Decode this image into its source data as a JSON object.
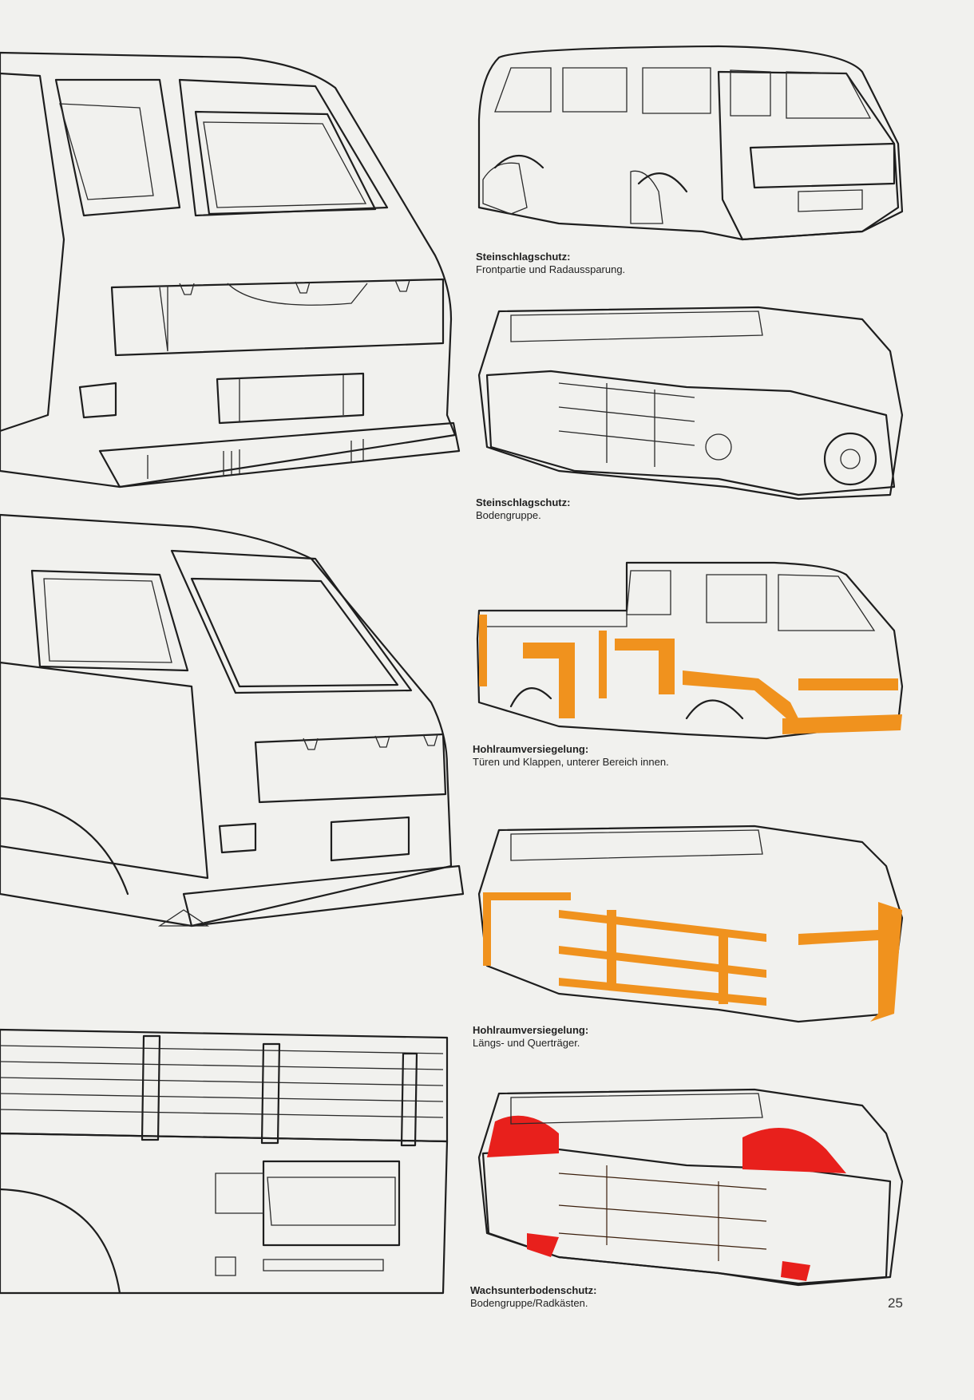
{
  "captions": [
    {
      "title": "Steinschlagschutz:",
      "sub": "Frontpartie und Radaussparung."
    },
    {
      "title": "Steinschlagschutz:",
      "sub": "Bodengruppe."
    },
    {
      "title": "Hohlraumversiegelung:",
      "sub": "Türen und Klappen, unterer Bereich innen."
    },
    {
      "title": "Hohlraumversiegelung:",
      "sub": "Längs- und Querträger."
    },
    {
      "title": "Wachsunterbodenschutz:",
      "sub": "Bodengruppe/Radkästen."
    }
  ],
  "page_number": "25",
  "colors": {
    "paper": "#f1f1ee",
    "body_light": "#e6e6e4",
    "body_dark": "#a4a4a4",
    "stone_chip_yellow": "#f2d21e",
    "cavity_orange": "#f0921e",
    "wax_brown": "#9a4e20",
    "wheelarch_red": "#e8201c"
  }
}
